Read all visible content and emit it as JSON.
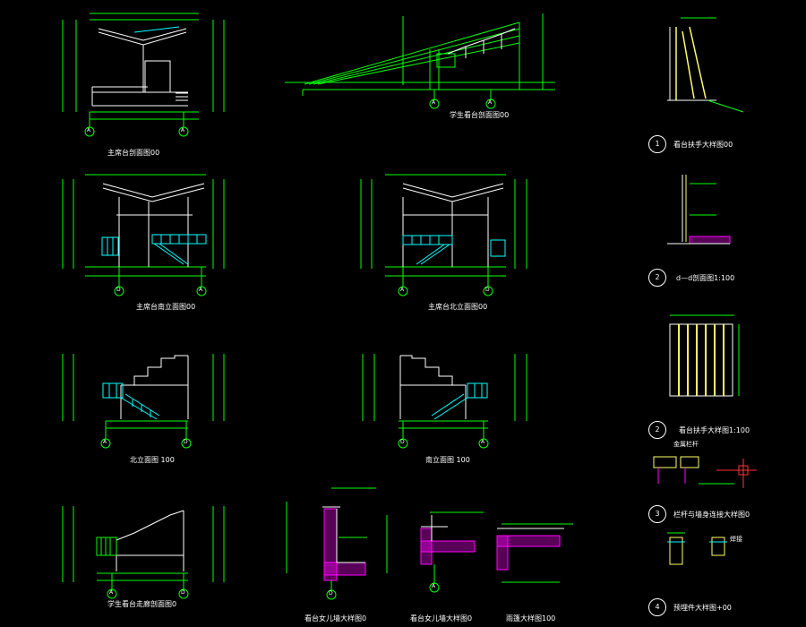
{
  "colors": {
    "background": "#000000",
    "line_green": "#00ff00",
    "line_white": "#ffffff",
    "stair_cyan": "#00ffff",
    "hatch_magenta": "#ff00ff",
    "beam_yellow": "#ffff66",
    "dim_red": "#ff3333"
  },
  "captions": {
    "main_section": "主席台剖面图00",
    "student_section": "学生看台剖面图00",
    "main_south_elev": "主席台南立面图00",
    "main_north_elev": "主席台北立面图00",
    "north_elev": "北立面图 100",
    "south_elev": "南立面图 100",
    "student_corridor": "学生看台走廊剖面图0",
    "parapet_detail_1": "看台女儿墙大样图0",
    "parapet_detail_2": "看台女儿墙大样图0",
    "eave_detail": "雨篷大样图100",
    "handrail_detail_1": "看台扶手大样图00",
    "section_d": "d—d剖面图1:100",
    "handrail_detail_2": "看台扶手大样图1:100",
    "rail_wall_detail": "栏杆与墙身连接大样图0",
    "embed_detail": "预埋件大样图+00"
  },
  "detail_numbers": [
    "1",
    "2",
    "2",
    "3",
    "4"
  ],
  "axis_labels": {
    "A": "A",
    "D": "D"
  },
  "notes": {
    "metal_rail": "金属栏杆",
    "weld": "焊接"
  }
}
